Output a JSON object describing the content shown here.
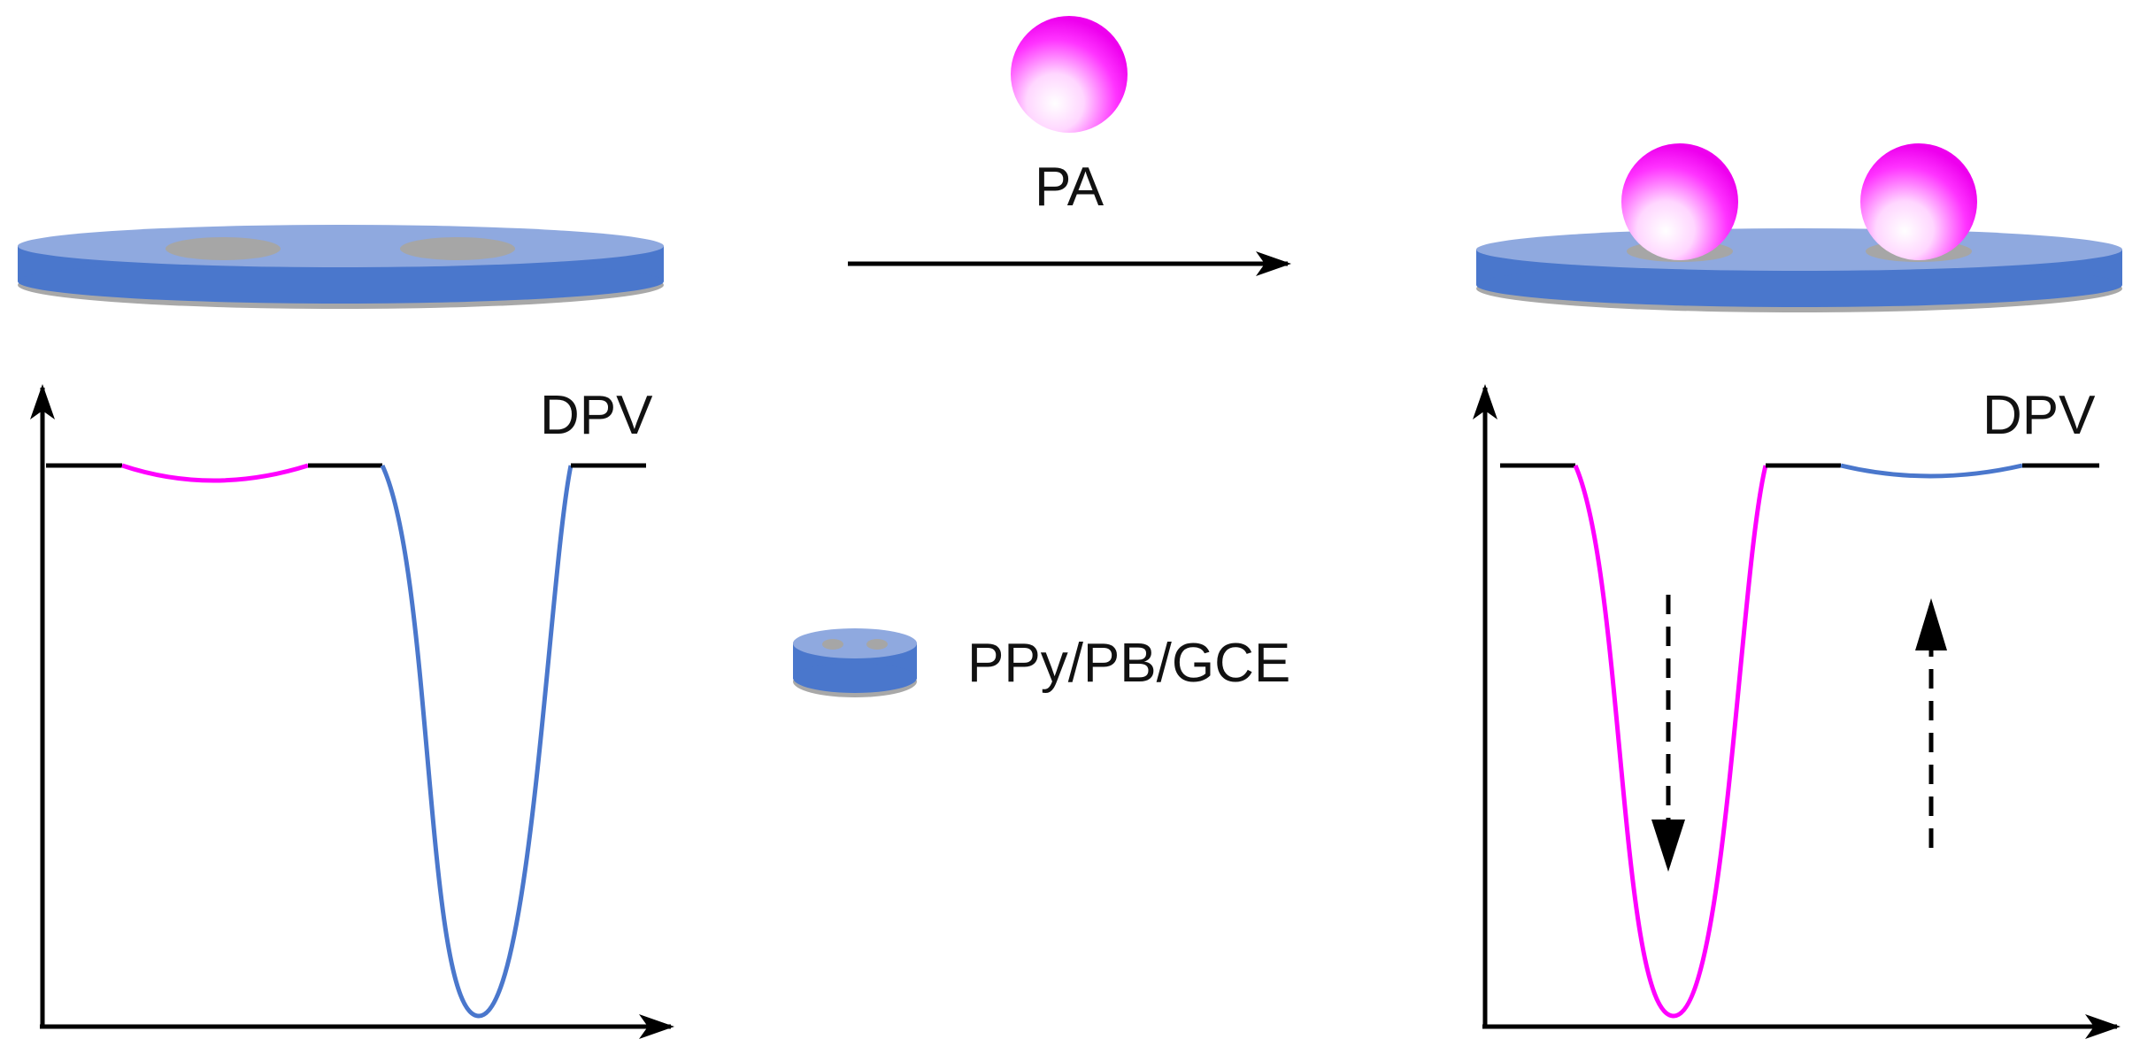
{
  "reagent": {
    "label": "PA"
  },
  "legend": {
    "label": "PPy/PB/GCE"
  },
  "left_panel": {
    "method_label": "DPV"
  },
  "right_panel": {
    "method_label": "DPV"
  },
  "colors": {
    "electrode_top": "#8fa9df",
    "electrode_side": "#4a77cc",
    "electrode_base": "#a8a8a8",
    "electrode_spot": "#a6a6a6",
    "sphere_main": "#ff00ff",
    "curve_pa": "#ff00ff",
    "curve_pb": "#4a77cc",
    "axis": "#000000"
  }
}
